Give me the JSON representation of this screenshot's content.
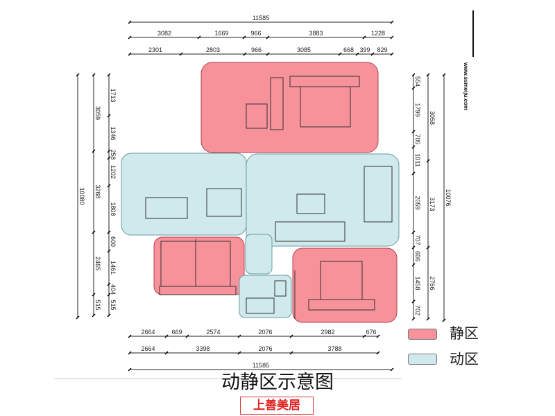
{
  "title": "动静区示意图",
  "legend": [
    {
      "label": "静区",
      "color": "#f7929a"
    },
    {
      "label": "动区",
      "color": "#cfe9ec"
    }
  ],
  "colors": {
    "quiet_zone": "#f7929a",
    "active_zone": "#cfe9ec",
    "zone_border": "#b04050"
  },
  "logo_text": "上善美居",
  "watermark": "www.ssmeiju.com",
  "dimensions": {
    "top_total": "11585",
    "top_row1": [
      "3082",
      "1669",
      "966",
      "3883",
      "1228"
    ],
    "top_row2": [
      "2301",
      "2803",
      "966",
      "3085",
      "668",
      "399",
      "829"
    ],
    "left_total": "10080",
    "left_mid": [
      "3059",
      "3268",
      "2465",
      "515"
    ],
    "left_inner": [
      "1713",
      "1346",
      "258",
      "1202",
      "1808",
      "600",
      "1461",
      "404",
      "515"
    ],
    "right_total": "10076",
    "right_mid": [
      "3058",
      "3173",
      "2766"
    ],
    "right_inner": [
      "554",
      "1799",
      "705",
      "1011",
      "2059",
      "707",
      "606",
      "1458",
      "702"
    ],
    "bottom_row1": [
      "2664",
      "669",
      "2574",
      "2076",
      "2982",
      "676"
    ],
    "bottom_row2": [
      "2664",
      "3398",
      "2076",
      "3788"
    ],
    "bottom_total": "11585"
  }
}
